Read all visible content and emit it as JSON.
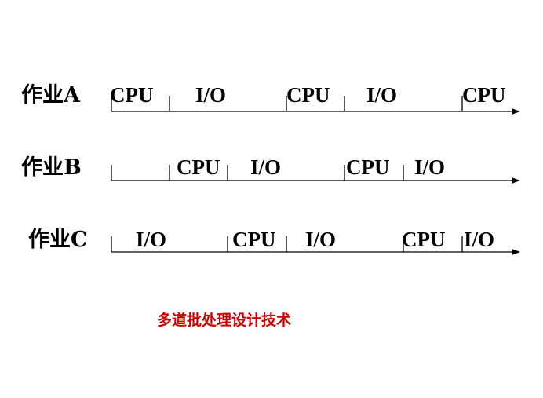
{
  "diagram": {
    "caption": "多道批处理设计技术",
    "caption_color": "#cc0000",
    "line_color": "#000000",
    "rows": [
      {
        "label": "作业A",
        "segments": [
          "CPU",
          "I/O",
          "CPU",
          "I/O",
          "CPU"
        ]
      },
      {
        "label": "作业B",
        "segments": [
          "",
          "CPU",
          "I/O",
          "CPU",
          "I/O"
        ]
      },
      {
        "label": "作业C",
        "segments": [
          "I/O",
          "CPU",
          "I/O",
          "CPU",
          "I/O"
        ]
      }
    ]
  }
}
